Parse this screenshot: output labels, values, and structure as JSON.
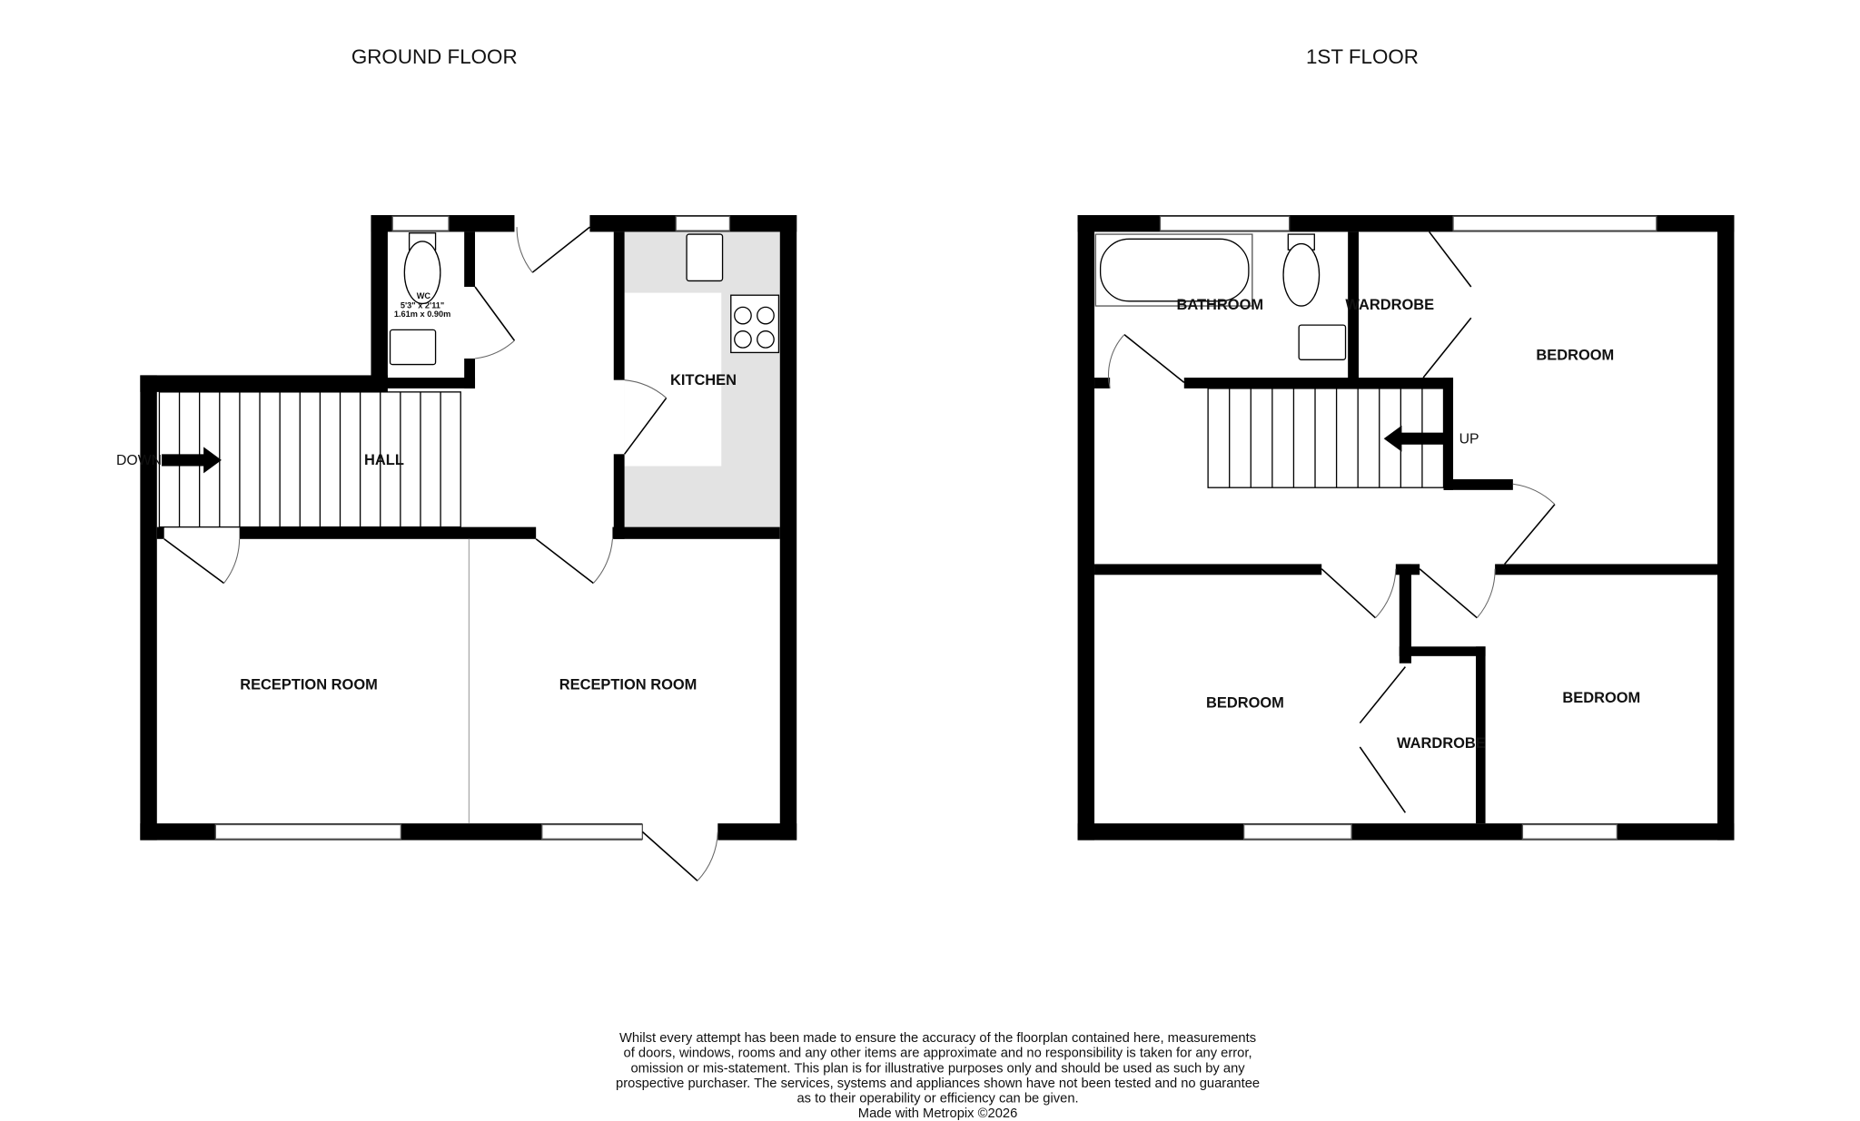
{
  "floors": [
    {
      "title": "GROUND FLOOR",
      "rooms": {
        "wc": "WC",
        "wc_dims_imperial": "5'3\" x 2'11\"",
        "wc_dims_metric": "1.61m  x 0.90m",
        "kitchen": "KITCHEN",
        "hall": "HALL",
        "reception_left": "RECEPTION ROOM",
        "reception_right": "RECEPTION ROOM"
      },
      "stair_label": "DOWN"
    },
    {
      "title": "1ST FLOOR",
      "rooms": {
        "bathroom": "BATHROOM",
        "wardrobe_top": "WARDROBE",
        "bedroom_top_right": "BEDROOM",
        "bedroom_bottom_left": "BEDROOM",
        "wardrobe_bottom": "WARDROBE",
        "bedroom_bottom_right": "BEDROOM"
      },
      "stair_label": "UP"
    }
  ],
  "colors": {
    "wall": "#000000",
    "kitchen_floor": "#e3e3e3"
  },
  "footer": {
    "lines": [
      "Whilst every attempt has been made to ensure the accuracy of the floorplan contained here, measurements",
      "of doors, windows, rooms and any other items are approximate and no responsibility is taken for any error,",
      "omission or mis-statement. This plan is for illustrative purposes only and should be used as such by any",
      "prospective purchaser. The services, systems and appliances shown have not been tested and no guarantee",
      "as to their operability or efficiency can be given."
    ],
    "credit": "Made with Metropix ©2026"
  }
}
